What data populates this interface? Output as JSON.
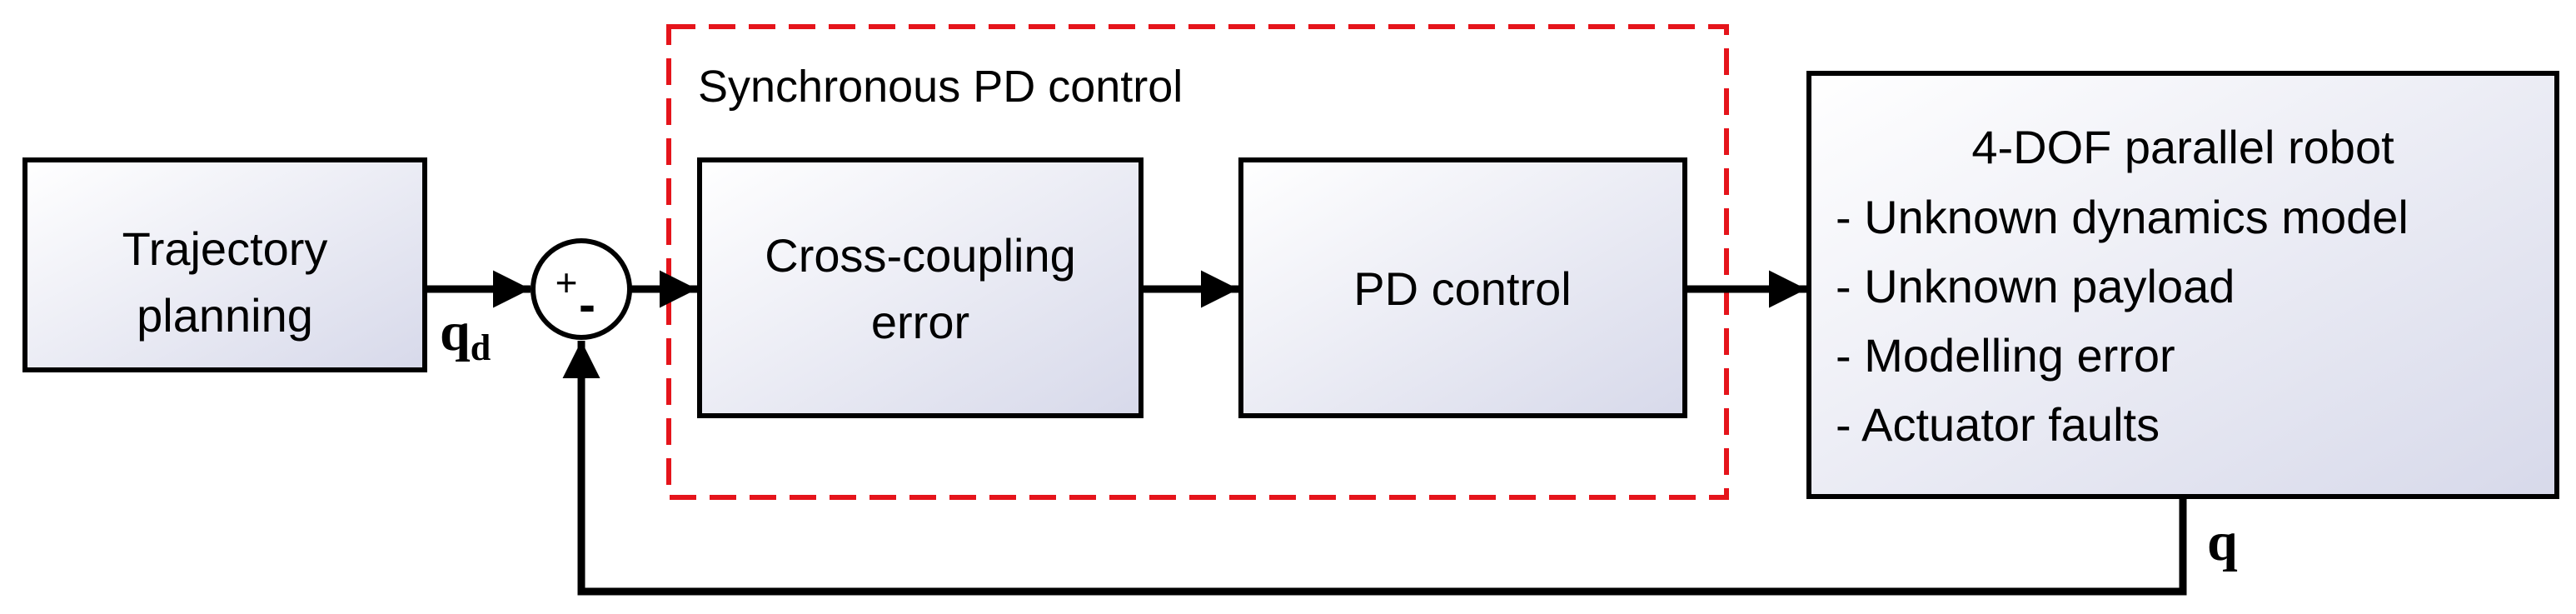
{
  "diagram": {
    "group_label": "Synchronous PD control",
    "blocks": {
      "trajectory": {
        "lines": [
          "Trajectory",
          "planning"
        ]
      },
      "cross_coupling": {
        "lines": [
          "Cross-coupling",
          "error"
        ]
      },
      "pd": {
        "lines": [
          "PD control"
        ]
      },
      "robot": {
        "title": "4-DOF parallel robot",
        "items": [
          "- Unknown dynamics model",
          "- Unknown payload",
          "- Modelling error",
          "- Actuator faults"
        ]
      }
    },
    "summing_junction": {
      "plus": "+",
      "minus": "-"
    },
    "signals": {
      "qd": {
        "main": "q",
        "sub": "d"
      },
      "q": "q"
    },
    "colors": {
      "group_border": "#e5141b",
      "block_fill_light": "#ffffff",
      "block_fill_dark": "#d7d9ea",
      "stroke": "#000000"
    }
  }
}
